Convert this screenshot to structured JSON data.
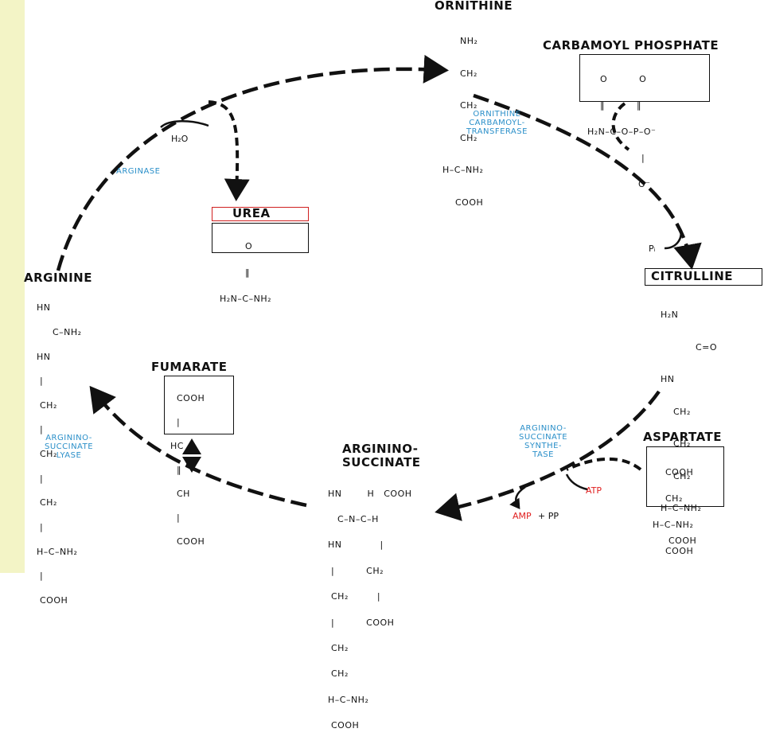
{
  "compounds": {
    "ornithine": {
      "name": "ORNITHINE",
      "formula": [
        "NH₂",
        "|",
        "CH₂",
        "|",
        "CH₂",
        "|",
        "CH₂",
        "|",
        "H–C–NH₂",
        "|",
        "COOH"
      ]
    },
    "carbamoyl_phosphate": {
      "name": "CARBAMOYL PHOSPHATE",
      "formula": [
        "    O          O",
        "    ‖          ‖",
        "H₂N–C–O–P–O⁻",
        "                 |",
        "                O⁻"
      ]
    },
    "citrulline": {
      "name": "CITRULLINE",
      "formula": [
        "H₂N",
        "      C=O",
        "HN",
        "  |",
        "  CH₂",
        "  |",
        "  CH₂",
        "  |",
        "  CH₂",
        "  |",
        "H–C–NH₂",
        "  |",
        "  COOH"
      ]
    },
    "aspartate": {
      "name": "ASPARTATE",
      "formula": [
        "    COOH",
        "    |",
        "    CH₂",
        "    |",
        "H–C–NH₂",
        "    |",
        "    COOH"
      ]
    },
    "argininosuccinate": {
      "name": "ARGININO-\nSUCCINATE",
      "formula": [
        "HN        H   COOH",
        "   C–N–C–H",
        "HN            |",
        " |          CH₂",
        " CH₂         |",
        " |          COOH",
        " CH₂",
        " |",
        " CH₂",
        " |",
        "H–C–NH₂",
        " |",
        " COOH"
      ]
    },
    "fumarate": {
      "name": "FUMARATE",
      "formula": [
        "  COOH",
        "  |",
        "HC",
        "  ‖",
        "  CH",
        "  |",
        "  COOH"
      ]
    },
    "arginine": {
      "name": "ARGININE",
      "formula": [
        "HN",
        "     C–NH₂",
        "HN",
        " |",
        " CH₂",
        " |",
        " CH₂",
        " |",
        " CH₂",
        " |",
        "H–C–NH₂",
        " |",
        " COOH"
      ]
    },
    "urea": {
      "name": "UREA",
      "formula": [
        "        O",
        "        ‖",
        "H₂N–C–NH₂"
      ]
    }
  },
  "enzymes": {
    "ornithine_carbamoyltransferase": "ORNITHINE\nCARBAMOYL-\nTRANSFERASE",
    "argininosuccinate_synthetase": "ARGININO-\nSUCCINATE\nSYNTHE-\nTASE",
    "argininosuccinate_lyase": "ARGININO-\nSUCCINATE\nLYASE",
    "arginase": "ARGINASE"
  },
  "cofactors": {
    "water": "H₂O",
    "pi": "Pᵢ",
    "atp": "ATP",
    "amp": "AMP",
    "pp": "+ PP"
  },
  "colors": {
    "enzyme": "#2a8fc9",
    "energy": "#e02020",
    "urea_box": "#d02020",
    "sidebar": "#f3f4c6"
  }
}
